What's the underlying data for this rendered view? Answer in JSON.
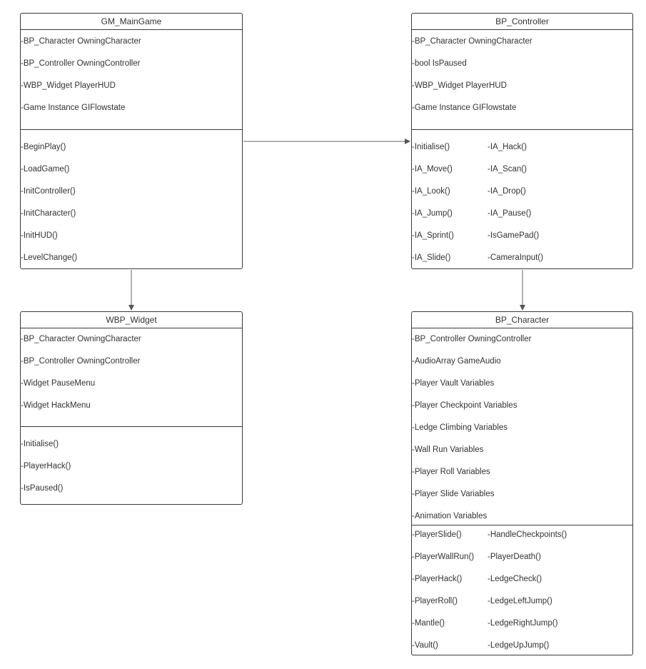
{
  "boxes": {
    "gm_maingame": {
      "title": "GM_MainGame",
      "attributes": [
        "-BP_Character OwningCharacter",
        "-BP_Controller OwningController",
        "-WBP_Widget PlayerHUD",
        "-Game Instance GIFlowstate"
      ],
      "methods": [
        "-BeginPlay()",
        "-LoadGame()",
        "-InitController()",
        "-InitCharacter()",
        "-InitHUD()",
        "-LevelChange()"
      ]
    },
    "bp_controller": {
      "title": "BP_Controller",
      "attributes": [
        "-BP_Character OwningCharacter",
        "-bool IsPaused",
        "-WBP_Widget PlayerHUD",
        "-Game Instance GIFlowstate"
      ],
      "methods_left": [
        "-Initialise()",
        "-IA_Move()",
        "-IA_Look()",
        "-IA_Jump()",
        "-IA_Sprint()",
        "-IA_Slide()"
      ],
      "methods_right": [
        "-IA_Hack()",
        "-IA_Scan()",
        "-IA_Drop()",
        "-IA_Pause()",
        "-IsGamePad()",
        "-CameraInput()"
      ]
    },
    "wbp_widget": {
      "title": "WBP_Widget",
      "attributes": [
        "-BP_Character OwningCharacter",
        "-BP_Controller OwningController",
        "-Widget PauseMenu",
        "-Widget HackMenu"
      ],
      "methods": [
        "-Initialise()",
        "-PlayerHack()",
        "-IsPaused()"
      ]
    },
    "bp_character": {
      "title": "BP_Character",
      "attributes": [
        "-BP_Controller OwningController",
        "-AudioArray GameAudio",
        "-Player Vault Variables",
        "-Player Checkpoint Variables",
        "-Ledge Climbing Variables",
        "-Wall Run Variables",
        "-Player Roll Variables",
        "-Player Slide Variables",
        "-Animation Variables"
      ],
      "methods_left": [
        "-PlayerSlide()",
        "-PlayerWallRun()",
        "-PlayerHack()",
        "-PlayerRoll()",
        "-Mantle()",
        "-Vault()"
      ],
      "methods_right": [
        "-HandleCheckpoints()",
        "-PlayerDeath()",
        "-LedgeCheck()",
        "-LedgeLeftJump()",
        "-LedgeRightJump()",
        "-LedgeUpJump()"
      ]
    }
  }
}
